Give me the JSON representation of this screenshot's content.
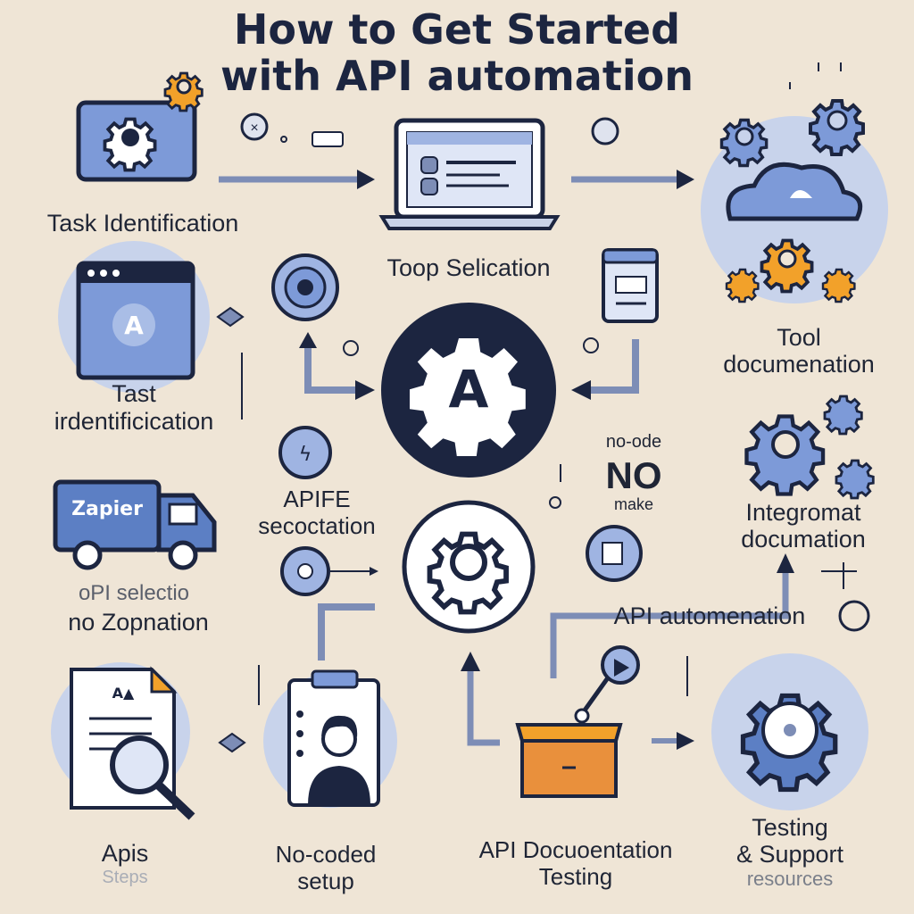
{
  "title": {
    "line1": "How to Get Started",
    "line2": "with API automation"
  },
  "labels": {
    "task_identification_1": "Task Identification",
    "toop_selication": "Toop Selication",
    "tool_documentation": [
      "Tool",
      "documenation"
    ],
    "tast_identification_2": [
      "Tast",
      "irdentificication"
    ],
    "apife_secoctation": [
      "APIFE",
      "secoctation"
    ],
    "no_code": {
      "small": "no-ode",
      "big": "NO",
      "sub": "make"
    },
    "integromat": [
      "Integromat",
      "documation"
    ],
    "zapier_truck_text": "Zapier",
    "opi_selection": [
      "oPI selectio",
      "no Zopnation"
    ],
    "api_automation": "API automenation",
    "apis": [
      "Apis",
      "Steps"
    ],
    "no_code_setup": [
      "No-coded",
      "setup"
    ],
    "api_doc_testing": [
      "API Docuoentation",
      "Testing"
    ],
    "testing_support": [
      "Testing",
      "& Support",
      "resources"
    ],
    "ai_mark": "A",
    "ab_mark": "A▲"
  },
  "colors": {
    "background": "#efe5d6",
    "blue": "#6f8fcf",
    "blue_light": "#b9c9ea",
    "navy": "#1c2540",
    "orange": "#f2a12a",
    "box_orange": "#e9903c",
    "white": "#ffffff"
  },
  "icons": [
    "gear-icon",
    "monitor-icon",
    "laptop-icon",
    "cloud-icon",
    "document-icon",
    "truck-icon",
    "magnifier-icon",
    "person-icon",
    "box-icon",
    "arrow-icon"
  ]
}
